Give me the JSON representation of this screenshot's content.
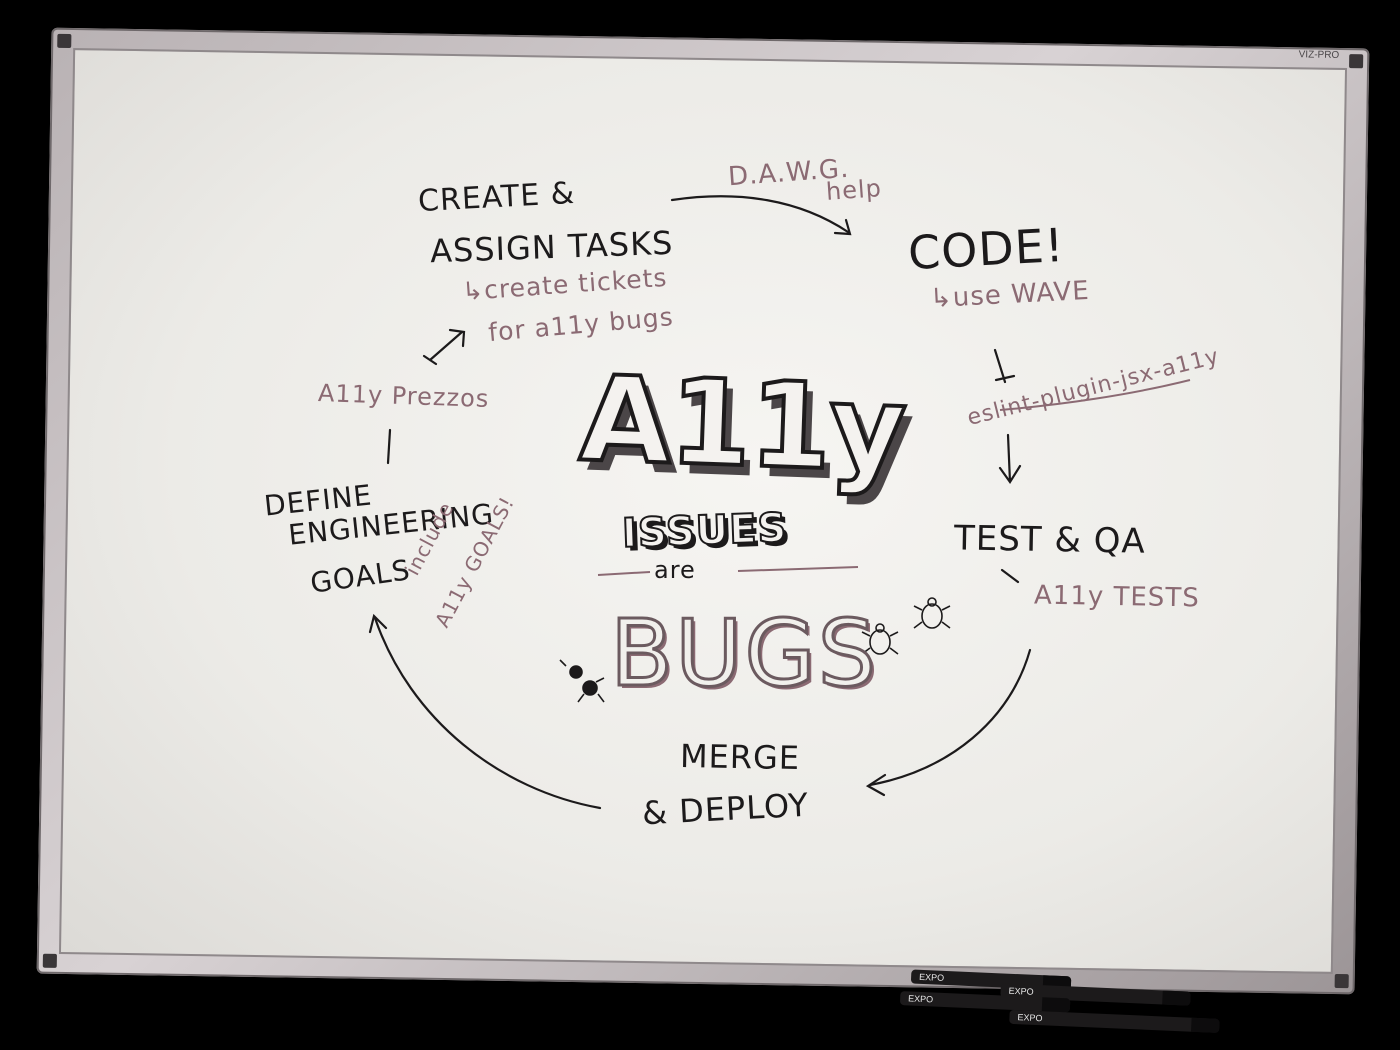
{
  "board": {
    "brand": "VIZ-PRO",
    "headline": {
      "a11y": "A11y",
      "issues": "ISSUES",
      "are": "are",
      "bugs": "BUGS"
    }
  },
  "steps": {
    "create": {
      "title_line1": "CREATE &",
      "title_line2": "ASSIGN TASKS",
      "note_line1": "↳create tickets",
      "note_line2": "for a11y bugs"
    },
    "dawg": {
      "line1": "D.A.W.G.",
      "line2": "help"
    },
    "code": {
      "title": "CODE!",
      "note": "↳use WAVE"
    },
    "eslint": {
      "label": "eslint-plugin-jsx-a11y"
    },
    "test": {
      "title": "TEST & QA",
      "note": "A11y TESTS"
    },
    "merge": {
      "line1": "MERGE",
      "line2": "& DEPLOY"
    },
    "define": {
      "line1": "DEFINE",
      "line2": "ENGINEERING",
      "line3": "GOALS",
      "note_line1": "include",
      "note_line2": "A11y GOALS!"
    },
    "prezzos": {
      "label": "A11y Prezzos"
    }
  },
  "markers": [
    "EXPO",
    "EXPO",
    "EXPO",
    "EXPO"
  ],
  "colors": {
    "ink_dark": "#1c1a1b",
    "ink_pink": "#8b6a73",
    "board": "#f1f0ec",
    "frame": "#c4bdbf"
  }
}
